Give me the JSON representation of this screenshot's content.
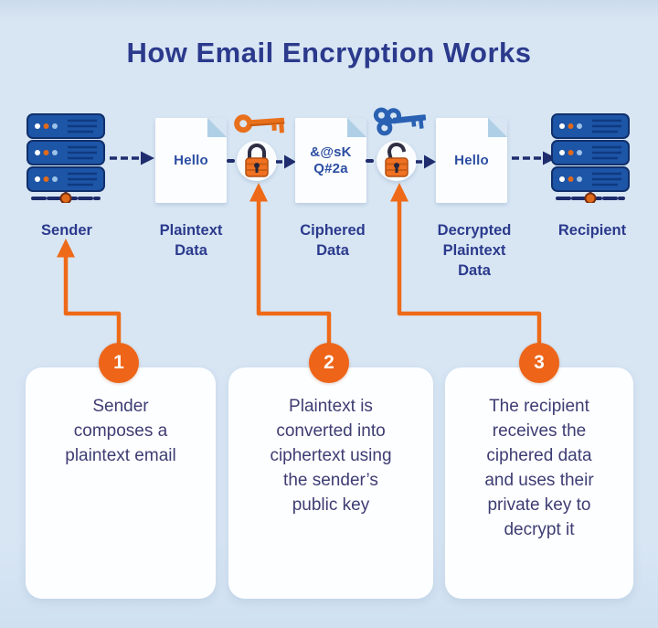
{
  "title": "How Email Encryption Works",
  "colors": {
    "background": "#D8E6F4",
    "navy_text": "#2B3A8C",
    "navy_arrow": "#1F2C6E",
    "orange": "#EE6418",
    "card_bg": "#FDFEFF",
    "card_text": "#3D3D73",
    "doc_text_blue": "#2B4EA2",
    "server_blue": "#1D55A7",
    "key_blue": "#2A61B2",
    "doc_fold": "#AFCFE6"
  },
  "flow": {
    "nodes": {
      "sender": {
        "label": "Sender"
      },
      "plaintext": {
        "label": "Plaintext\nData",
        "doc_text": "Hello"
      },
      "ciphered": {
        "label": "Ciphered\nData",
        "doc_text": "&@sK\nQ#2a"
      },
      "decrypted": {
        "label": "Decrypted\nPlaintext\nData",
        "doc_text": "Hello"
      },
      "recipient": {
        "label": "Recipient"
      }
    }
  },
  "steps": [
    {
      "number": "1",
      "text": "Sender\ncomposes a\nplaintext email"
    },
    {
      "number": "2",
      "text": "Plaintext is\nconverted into\nciphertext using\nthe sender’s\npublic key"
    },
    {
      "number": "3",
      "text": "The recipient\nreceives the\nciphered data\nand uses their\nprivate key to\ndecrypt it"
    }
  ]
}
